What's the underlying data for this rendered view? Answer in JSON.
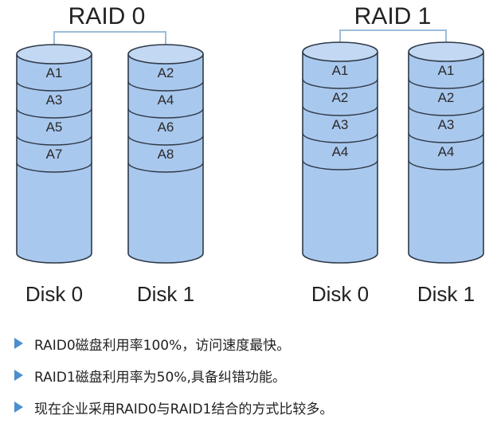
{
  "colors": {
    "disk_fill": "#a9c8ee",
    "disk_top": "#c2d8f3",
    "stroke": "#2e3a48",
    "connector": "#9cbcd8",
    "bullet": "#4a8fcf"
  },
  "groups": [
    {
      "title": "RAID 0",
      "disks": [
        {
          "label": "Disk 0",
          "blocks": [
            "A1",
            "A3",
            "A5",
            "A7"
          ]
        },
        {
          "label": "Disk 1",
          "blocks": [
            "A2",
            "A4",
            "A6",
            "A8"
          ]
        }
      ]
    },
    {
      "title": "RAID 1",
      "disks": [
        {
          "label": "Disk 0",
          "blocks": [
            "A1",
            "A2",
            "A3",
            "A4"
          ]
        },
        {
          "label": "Disk 1",
          "blocks": [
            "A1",
            "A2",
            "A3",
            "A4"
          ]
        }
      ]
    }
  ],
  "notes": [
    "RAID0磁盘利用率100%，访问速度最快。",
    "RAID1磁盘利用率为50%,具备纠错功能。",
    "现在企业采用RAID0与RAID1结合的方式比较多。"
  ]
}
